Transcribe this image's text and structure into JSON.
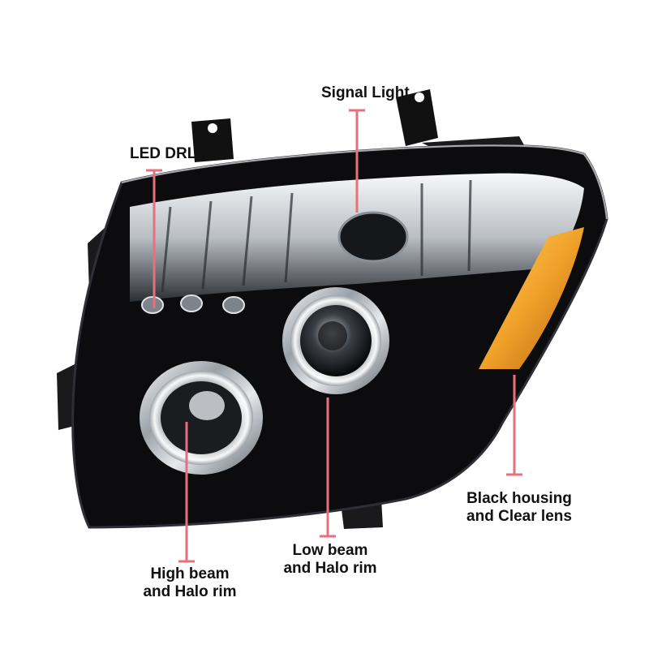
{
  "colors": {
    "leader": "#e8707c",
    "housing": "#0c0c0e",
    "chrome": "#d9dde2",
    "amber": "#f0a22a",
    "label_text": "#111111"
  },
  "labels": {
    "signal_light": "Signal Light",
    "led_drl": "LED DRL",
    "high_beam": [
      "High beam",
      "and Halo rim"
    ],
    "low_beam": [
      "Low beam",
      "and Halo rim"
    ],
    "housing": [
      "Black housing",
      "and Clear lens"
    ]
  }
}
